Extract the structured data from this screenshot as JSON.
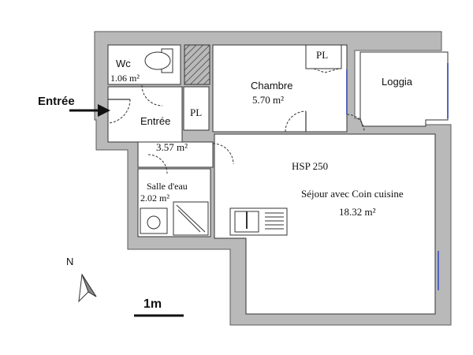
{
  "rooms": {
    "wc": {
      "name": "Wc",
      "area": "1.06 m²"
    },
    "entree": {
      "name": "Entrée",
      "area": "3.57 m²"
    },
    "chambre": {
      "name": "Chambre",
      "area": "5.70 m²"
    },
    "loggia": {
      "name": "Loggia"
    },
    "salle_deau": {
      "name": "Salle d'eau",
      "area": "2.02 m²"
    },
    "sejour": {
      "name": "Séjour avec Coin cuisine",
      "area": "18.32 m²"
    }
  },
  "labels": {
    "pl_top": "PL",
    "pl_entree": "PL",
    "hsp": "HSP 250",
    "entrance_marker": "Entrée",
    "north": "N",
    "scale": "1m"
  },
  "colors": {
    "wall_fill": "#b9b9b9",
    "window": "#5566bb"
  }
}
